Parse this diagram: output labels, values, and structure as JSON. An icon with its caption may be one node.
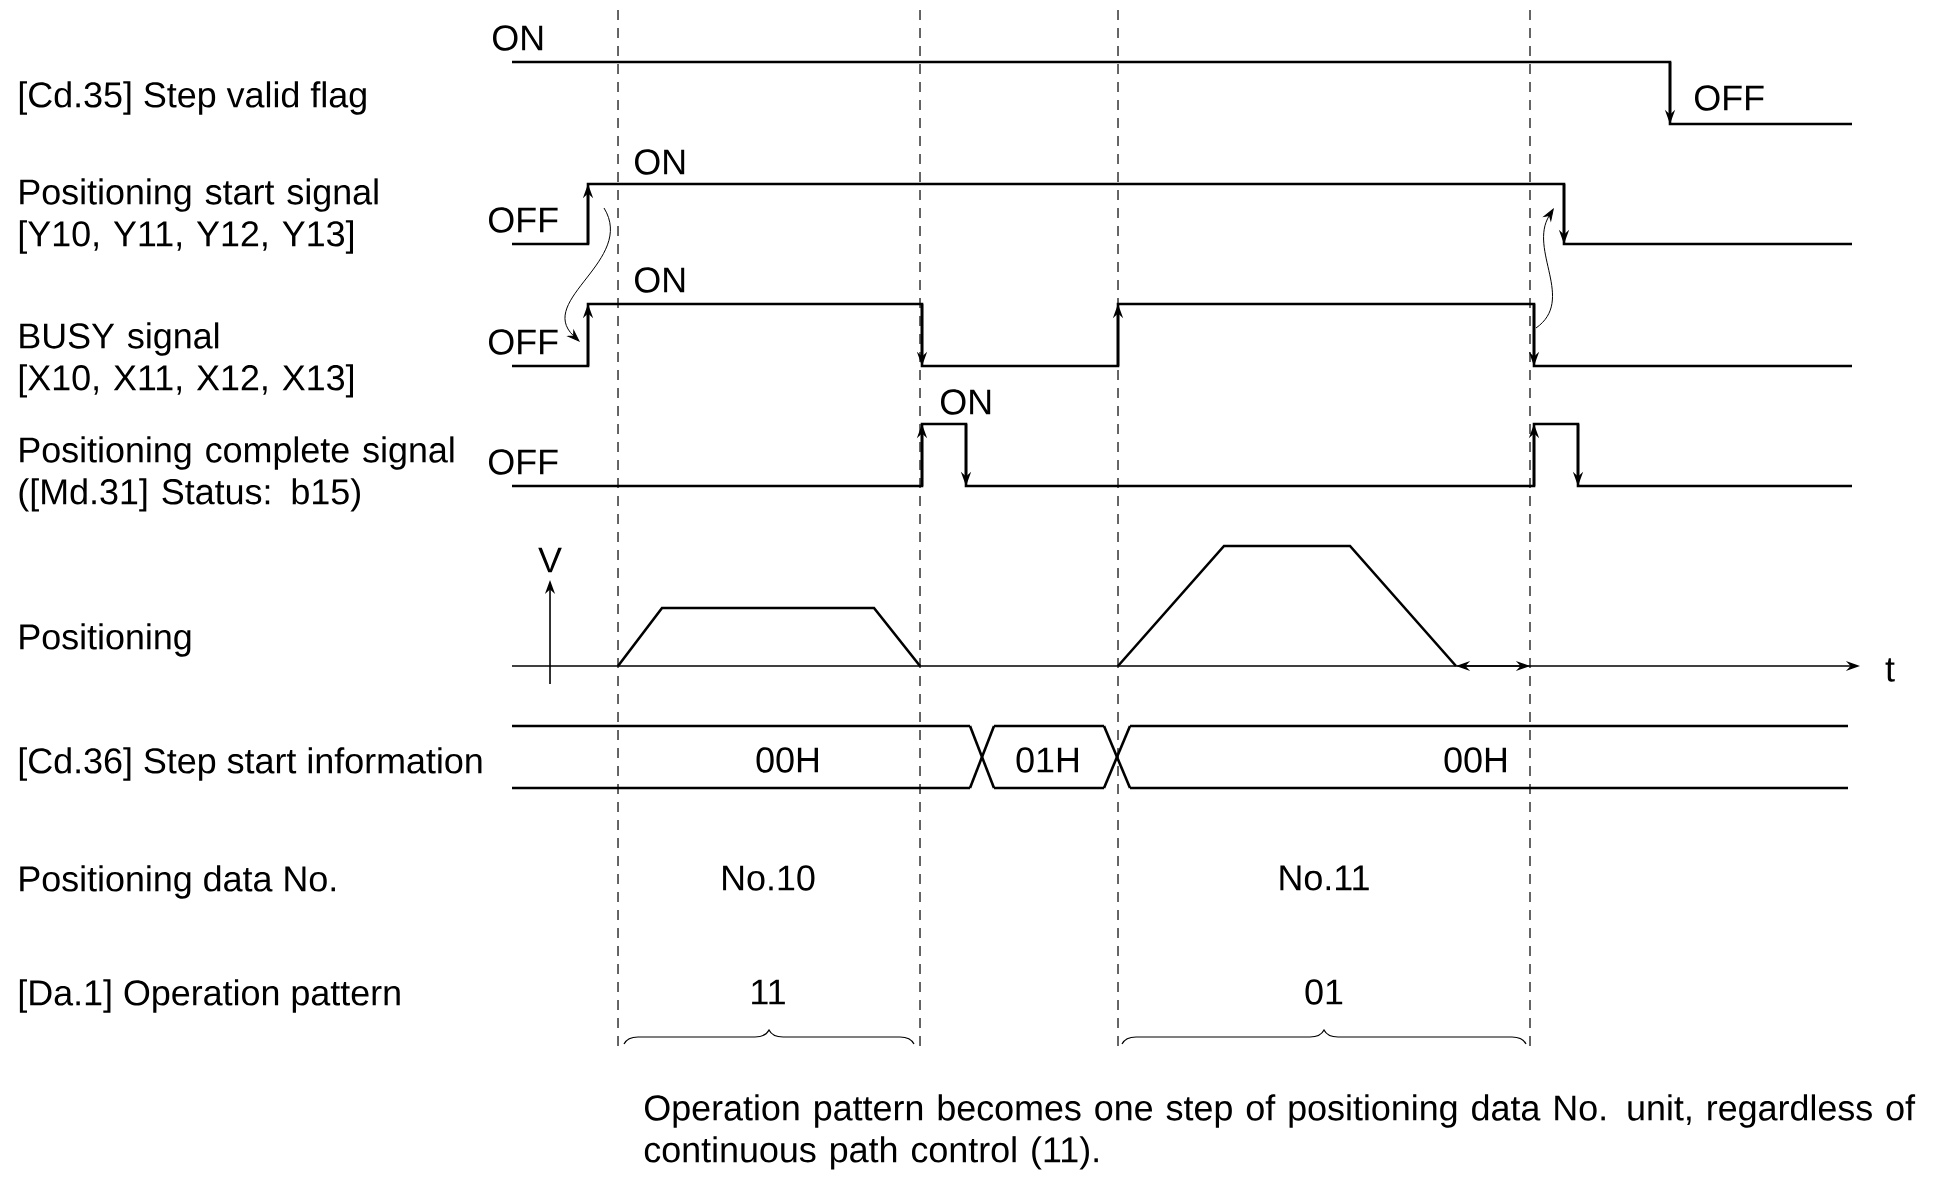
{
  "diagram": {
    "labels": [
      "ON",
      "[Cd.35] Step valid flag",
      "OFF",
      "ON",
      "Positioning start signal [Y10, Y11, Y12, Y13]",
      "OFF",
      "ON",
      "BUSY signal [X10, X11, X12, X13]",
      "OFF",
      "ON",
      "Positioning complete signal ([Md.31] Status: b15)",
      "OFF",
      "V",
      "Positioning",
      "t",
      "[Cd.36] Step start information",
      "00H",
      "01H",
      "00H",
      "Positioning data No.",
      "No.10",
      "No.11",
      "[Da.1] Operation pattern",
      "11",
      "01",
      "Operation pattern becomes one step of positioning data No. unit, regardless of continuous path control (11)."
    ]
  }
}
